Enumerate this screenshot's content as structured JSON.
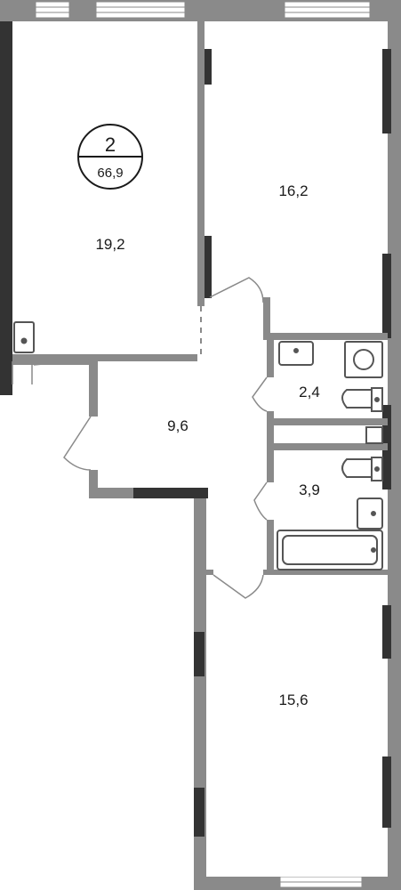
{
  "plan": {
    "room_count": "2",
    "total_area": "66,9",
    "rooms": [
      {
        "id": "bedroom-top-right",
        "area": "16,2"
      },
      {
        "id": "living-room",
        "area": "19,2"
      },
      {
        "id": "bathroom-small",
        "area": "2,4"
      },
      {
        "id": "hallway",
        "area": "9,6"
      },
      {
        "id": "bathroom-bath",
        "area": "3,9"
      },
      {
        "id": "bedroom-bottom",
        "area": "15,6"
      }
    ],
    "colors": {
      "wall": "#8a8a8a",
      "wall_dark": "#333333",
      "fixture": "#555555",
      "background": "#ffffff"
    }
  }
}
